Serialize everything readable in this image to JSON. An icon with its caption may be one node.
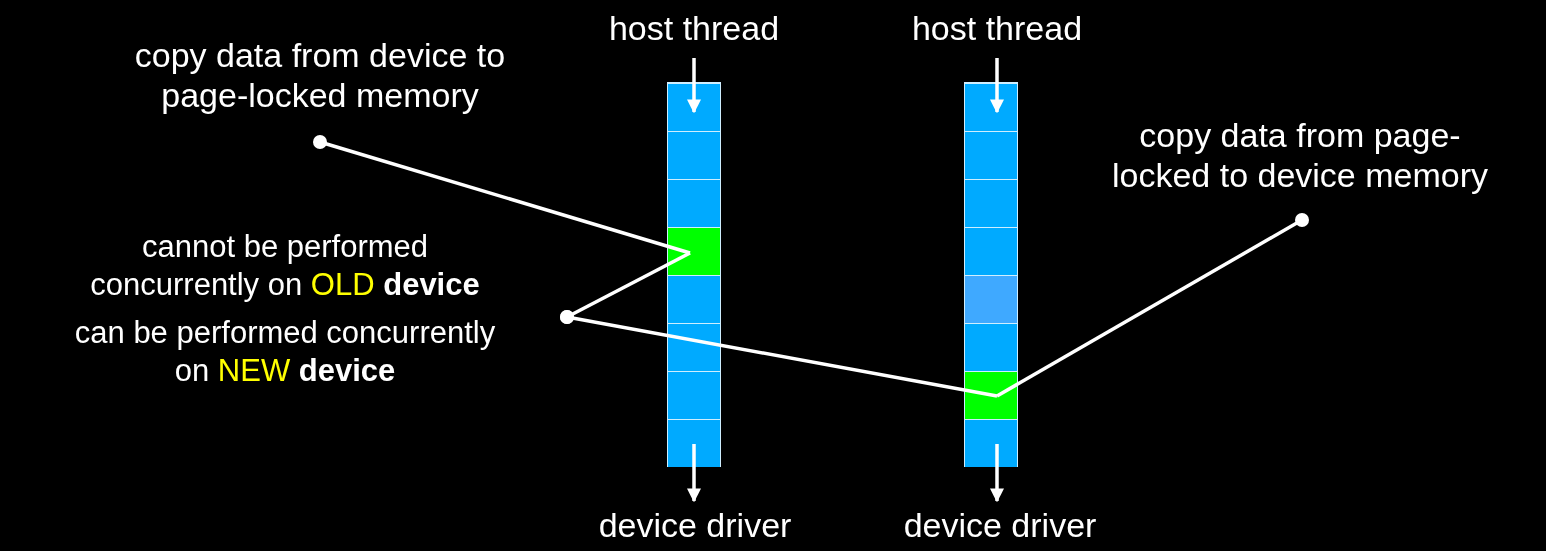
{
  "diagram": {
    "nodes": [
      {
        "text": [
          "host thread"
        ]
      },
      {
        "text": [
          "host thread"
        ]
      },
      {
        "text": [
          "copy data from device to page-locked memory"
        ]
      },
      {
        "text": [],
        "shape": "bar"
      },
      {
        "text": [],
        "shape": "box",
        "in": 3
      },
      {
        "text": [],
        "shape": "box",
        "in": 3
      },
      {
        "text": [],
        "shape": "box",
        "in": 3
      },
      {
        "text": [],
        "shape": "box",
        "in": 3
      },
      {
        "text": [],
        "shape": "box",
        "in": 3
      },
      {
        "text": [],
        "shape": "box",
        "in": 3
      },
      {
        "text": [],
        "shape": "box",
        "in": 3
      },
      {
        "text": [],
        "shape": "box",
        "in": 3
      },
      {
        "text": [],
        "shape": "bar"
      },
      {
        "text": [],
        "shape": "box",
        "in": 12
      },
      {
        "text": [],
        "shape": "box",
        "in": 12
      },
      {
        "text": [],
        "shape": "box",
        "in": 12
      },
      {
        "text": [],
        "shape": "box",
        "in": 12
      },
      {
        "text": [],
        "shape": "box",
        "in": 12
      },
      {
        "text": [],
        "shape": "box",
        "in": 12
      },
      {
        "text": [],
        "shape": "box",
        "in": 12
      },
      {
        "text": [],
        "shape": "box",
        "in": 12
      },
      {
        "text": [
          "copy data from page-locked to device memory"
        ]
      },
      {
        "text": [
          "cannot be performed concurrently on *OLD* **device**",
          "can be performed concurrently on *NEW* **device**"
        ]
      },
      {
        "text": [
          "device driver"
        ]
      },
      {
        "text": [
          "device driver"
        ]
      }
    ],
    "edges": [
      {
        "from": 0,
        "to": 4,
        "arrow": "to"
      },
      {
        "from": 1,
        "to": 13,
        "arrow": "to"
      },
      {
        "from": 11,
        "to": 23,
        "arrow": "to"
      },
      {
        "from": 20,
        "to": 24,
        "arrow": "to"
      },
      {
        "from": 2,
        "to": 7,
        "arrow": "other"
      },
      {
        "from": 22,
        "to": 7,
        "arrow": "other"
      },
      {
        "from": 22,
        "to": 19,
        "arrow": "other"
      },
      {
        "from": 21,
        "to": 19,
        "arrow": "other"
      }
    ]
  }
}
